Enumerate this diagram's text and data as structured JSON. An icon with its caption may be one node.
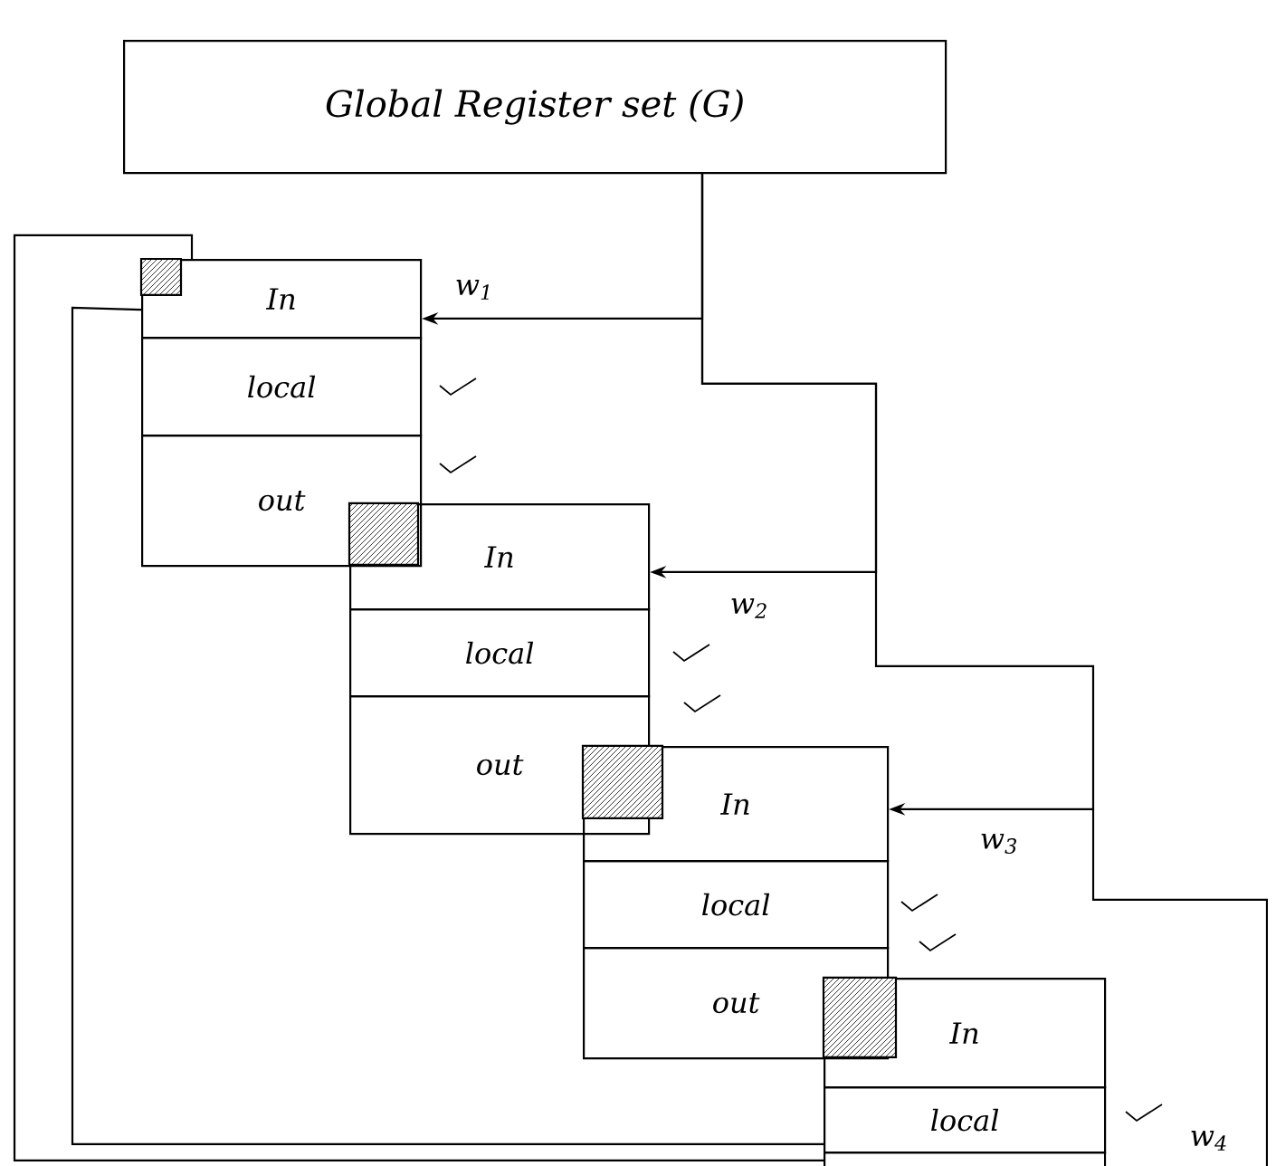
{
  "diagram": {
    "nodes": [
      {
        "text": [
          "Global Register set (G)"
        ]
      },
      {
        "text": [
          "In"
        ]
      },
      {
        "text": [
          "local"
        ]
      },
      {
        "text": [
          "out"
        ]
      },
      {
        "text": [
          "In"
        ]
      },
      {
        "text": [
          "local"
        ]
      },
      {
        "text": [
          "out"
        ]
      },
      {
        "text": [
          "In"
        ]
      },
      {
        "text": [
          "local"
        ]
      },
      {
        "text": [
          "out"
        ]
      },
      {
        "text": [
          "In"
        ]
      },
      {
        "text": [
          "local"
        ]
      },
      {
        "text": [],
        "shape": "box"
      }
    ],
    "edges": [
      {
        "from": 0,
        "to": 1,
        "arrow": "to",
        "label": "w$_{1}$"
      },
      {
        "from": 0,
        "to": 4,
        "arrow": "to",
        "label": "w$_{2}$"
      },
      {
        "from": 0,
        "to": 7,
        "arrow": "to",
        "label": "w$_{3}$"
      },
      {
        "from": 1,
        "to": 12,
        "arrow": "none"
      },
      {
        "from": 1,
        "to": 12,
        "arrow": "none"
      }
    ],
    "labels": [
      "w$_{4}$"
    ]
  }
}
